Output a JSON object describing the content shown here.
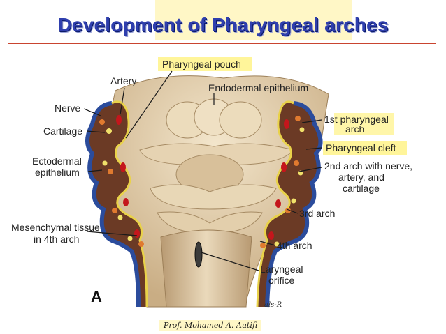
{
  "title": "Development of Pharyngeal arches",
  "footer": "Prof. Mohamed A. Autifi",
  "panel_letter": "A",
  "signature": "als-R",
  "labels": {
    "pharyngeal_pouch": "Pharyngeal pouch",
    "artery": "Artery",
    "endodermal_epithelium": "Endodermal epithelium",
    "nerve": "Nerve",
    "cartilage": "Cartilage",
    "ectodermal_1": "Ectodermal",
    "ectodermal_2": "epithelium",
    "first_arch_1": "1st pharyngeal",
    "first_arch_2": "arch",
    "pharyngeal_cleft": "Pharyngeal cleft",
    "second_arch_1": "2nd arch with nerve,",
    "second_arch_2": "artery, and",
    "second_arch_3": "cartilage",
    "third_arch": "3rd arch",
    "mesenchymal_1": "Mesenchymal tissue",
    "mesenchymal_2": "in 4th arch",
    "fourth_arch": "4th arch",
    "laryngeal_1": "Laryngeal",
    "laryngeal_2": "orifice"
  },
  "colors": {
    "title_text": "#2f3fae",
    "highlight": "#fff59a",
    "arch_brown": "#6b3a25",
    "ectoderm_blue": "#2b4c9c",
    "endoderm_yellow": "#e9d24a",
    "floor_tan": "#e3cfae",
    "artery_red": "#c4161c",
    "cartilage_yellow": "#f0e06a",
    "nerve_orange": "#e07a2f"
  }
}
